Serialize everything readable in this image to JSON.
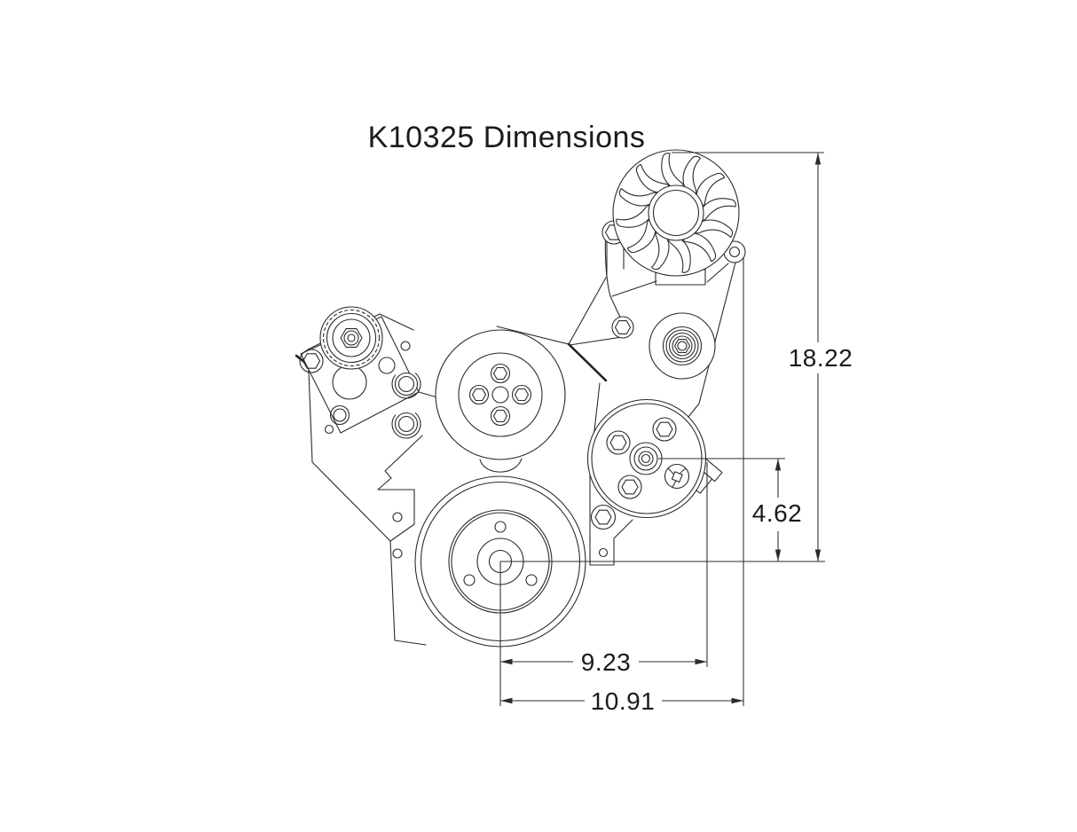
{
  "title": "K10325 Dimensions",
  "dimensions": {
    "overall_height": "18.22",
    "pump_center_drop": "4.62",
    "crank_to_pump": "9.23",
    "crank_to_edge": "10.91"
  },
  "colors": {
    "background": "#ffffff",
    "line": "#2b2b2b",
    "text": "#1b1b1b"
  }
}
